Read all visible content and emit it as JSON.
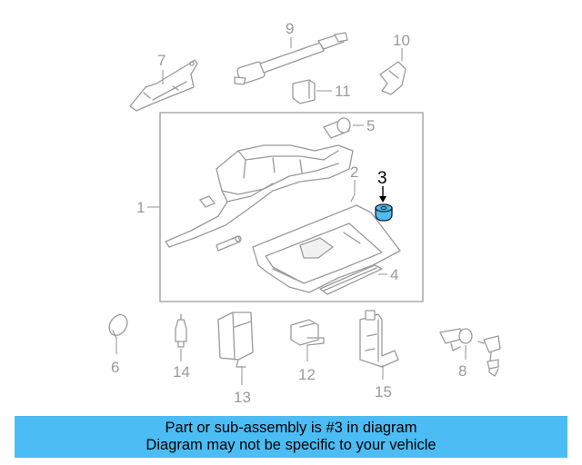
{
  "callouts": {
    "c1": "1",
    "c2": "2",
    "c3": "3",
    "c4": "4",
    "c5": "5",
    "c6": "6",
    "c7": "7",
    "c8": "8",
    "c9": "9",
    "c10": "10",
    "c11": "11",
    "c12": "12",
    "c13": "13",
    "c14": "14",
    "c15": "15"
  },
  "highlight": {
    "part_number": "3",
    "color": "#4cbcf4"
  },
  "banner": {
    "line1": "Part or sub-assembly is #3 in diagram",
    "line2": "Diagram may not be specific to your vehicle",
    "background": "#4cbcf4"
  }
}
